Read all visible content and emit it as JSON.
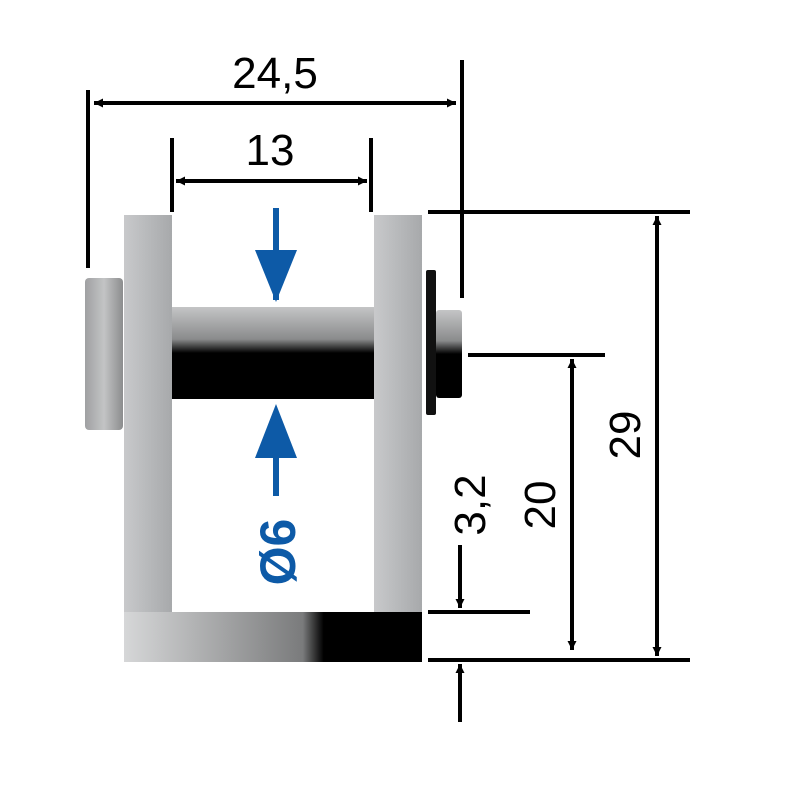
{
  "dimensions": {
    "overall_width": "24,5",
    "inner_width": "13",
    "pin_diameter": "Ø6",
    "overall_height": "29",
    "pin_height": "20",
    "base_thickness": "3,2"
  },
  "colors": {
    "accent": "#0d5aa7",
    "line": "#000000"
  }
}
